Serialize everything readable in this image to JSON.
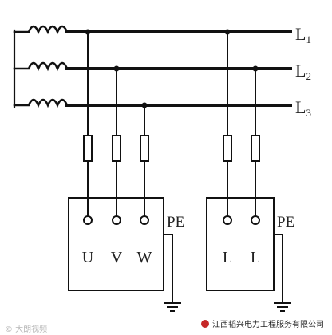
{
  "phases": [
    {
      "label": "L",
      "sub": "1"
    },
    {
      "label": "L",
      "sub": "2"
    },
    {
      "label": "L",
      "sub": "3"
    }
  ],
  "terminals_three_phase": [
    "U",
    "V",
    "W"
  ],
  "terminals_single_phase": [
    "L",
    "L"
  ],
  "pe_label": "PE",
  "watermark": "© 大朗视频",
  "caption": "江西韬兴电力工程服务有限公司"
}
